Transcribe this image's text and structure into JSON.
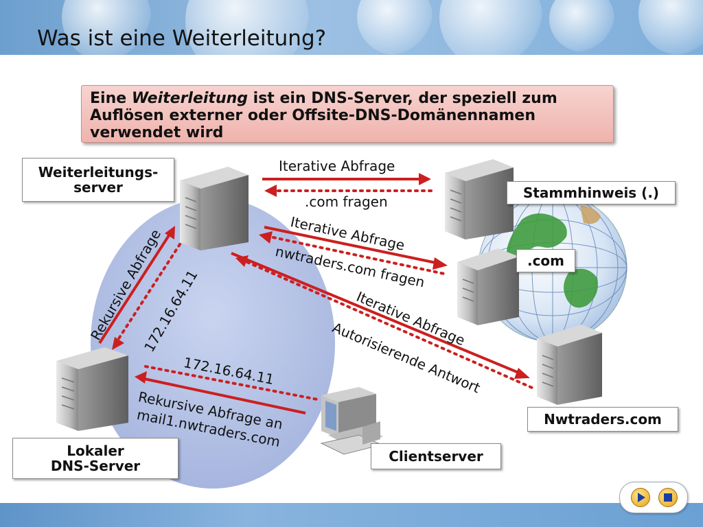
{
  "slide": {
    "title": "Was ist eine Weiterleitung?",
    "callout": {
      "prefix": "Eine ",
      "emphasis": "Weiterleitung",
      "rest": " ist ein DNS-Server, der speziell zum Auflösen externer oder Offsite-DNS-Domänennamen verwendet wird"
    }
  },
  "nodes": {
    "forwarder": "Weiterleitungs-\nserver",
    "root_hint": "Stammhinweis (.)",
    "com": ".com",
    "nwtraders": "Nwtraders.com",
    "local_dns": "Lokaler\nDNS-Server",
    "client": "Clientserver"
  },
  "arrow_labels": {
    "iterative_1": "Iterative Abfrage",
    "com_ask": ".com fragen",
    "iterative_2": "Iterative Abfrage",
    "nwtraders_ask": "nwtraders.com fragen",
    "iterative_3": "Iterative Abfrage",
    "authoritative": "Autorisierende Antwort",
    "recursive": "Rekursive Abfrage",
    "ip_up": "172.16.64.11",
    "ip_client": "172.16.64.11",
    "recursive_mail_1": "Rekursive Abfrage an",
    "recursive_mail_2": "mail1.nwtraders.com"
  },
  "colors": {
    "arrow_red": "#cc1f1f",
    "callout_fill": "#f2c2bd",
    "circle_fill": "#b9c6e6"
  },
  "icons": [
    "server-icon",
    "globe-icon",
    "client-computer-icon",
    "play-icon",
    "stop-icon"
  ]
}
